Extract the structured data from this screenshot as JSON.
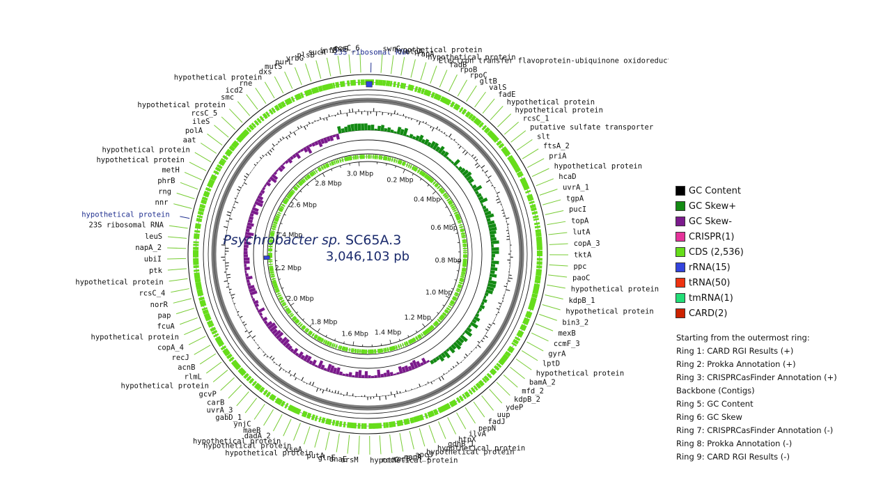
{
  "center": {
    "organism": "Psychrobacter sp.",
    "strain": "SC65A.3",
    "size": "3,046,103 pb"
  },
  "colors": {
    "gc_content": "#000000",
    "gc_skew_plus": "#138a13",
    "gc_skew_minus": "#7b1a8c",
    "crispr": "#e5339a",
    "cds": "#66dd1a",
    "rrna": "#3344dd",
    "trna": "#ee3311",
    "tmrna": "#22dd77",
    "card": "#cc2200",
    "backbone": "#7d7d7d",
    "label_line": "#77cc33"
  },
  "scale_ticks": [
    "0.2 Mbp",
    "0.4 Mbp",
    "0.6 Mbp",
    "0.8 Mbp",
    "1.0 Mbp",
    "1.2 Mbp",
    "1.4 Mbp",
    "1.6 Mbp",
    "1.8 Mbp",
    "2.0 Mbp",
    "2.2 Mbp",
    "2.4 Mbp",
    "2.6 Mbp",
    "2.8 Mbp",
    "3.0 Mbp"
  ],
  "genome_length_mbp": 3.046103,
  "gene_labels": [
    "23S ribosomal RNA",
    "swrC",
    "hypothetical protein",
    "atpA",
    "rapA",
    "hypothetical protein",
    "Electron transfer flavoprotein-ubiquinone oxidoreductase",
    "fadB",
    "rpoB",
    "rpoC",
    "gltB",
    "valS",
    "fadE",
    "hypothetical protein",
    "hypothetical protein",
    "rcsC_1",
    "putative sulfate transporter",
    "slt",
    "ftsA_2",
    "priA",
    "hypothetical protein",
    "hcaD",
    "uvrA_1",
    "tgpA",
    "pucI",
    "topA",
    "lutA",
    "copA_3",
    "tktA",
    "ppc",
    "paoC",
    "hypothetical protein",
    "kdpB_1",
    "hypothetical protein",
    "bin3_2",
    "mexB",
    "ccmF_3",
    "gyrA",
    "lptD",
    "hypothetical protein",
    "bamA_2",
    "mfd_2",
    "kdpB_2",
    "ydeP",
    "uup",
    "fadJ",
    "pepN",
    "ilvA",
    "htpX",
    "gdhB_1",
    "hypothetical protein",
    "hypothetical protein",
    "apc3",
    "napA_1",
    "recB",
    "recC",
    "hypothetical protein",
    "arsM",
    "dnaE",
    "glnE",
    "putA",
    "hypothetical protein",
    "xseA",
    "hypothetical protein",
    "hypothetical protein",
    "dadA_2",
    "maeB",
    "ynjC",
    "gabD_1",
    "uvrA_3",
    "carB",
    "gcvP",
    "hypothetical protein",
    "rlmL",
    "acnB",
    "recJ",
    "copA_4",
    "hypothetical protein",
    "fcuA",
    "pap",
    "norR",
    "rcsC_4",
    "hypothetical protein",
    "ptk",
    "ubiI",
    "napA_2",
    "leuS",
    "23S ribosomal RNA",
    "hypothetical protein",
    "nnr",
    "rng",
    "phrB",
    "metH",
    "hypothetical protein",
    "hypothetical protein",
    "aat",
    "polA",
    "ileS",
    "rcsC_5",
    "hypothetical protein",
    "smc",
    "icd2",
    "rne",
    "hypothetical protein",
    "dxs",
    "mutS",
    "purL",
    "yrbG",
    "plsB",
    "sucA",
    "infB",
    "yheS",
    "rcsC_6"
  ],
  "legend": [
    {
      "label": "GC Content",
      "color": "#000000"
    },
    {
      "label": "GC Skew+",
      "color": "#138a13"
    },
    {
      "label": "GC Skew-",
      "color": "#7b1a8c"
    },
    {
      "label": "CRISPR(1)",
      "color": "#e5339a"
    },
    {
      "label": "CDS (2,536)",
      "color": "#66dd1a"
    },
    {
      "label": "rRNA(15)",
      "color": "#3344dd"
    },
    {
      "label": "tRNA(50)",
      "color": "#ee3311"
    },
    {
      "label": "tmRNA(1)",
      "color": "#22dd77"
    },
    {
      "label": "CARD(2)",
      "color": "#cc2200"
    }
  ],
  "ring_notes": [
    "Starting from the outermost ring:",
    "Ring 1: CARD RGI Results (+)",
    "Ring 2: Prokka Annotation (+)",
    "Ring 3: CRISPRCasFinder Annotation (+)",
    "Backbone (Contigs)",
    "Ring 5: GC Content",
    "Ring 6: GC Skew",
    "Ring 7: CRISPRCasFinder Annotation (-)",
    "Ring 8: Prokka Annotation (-)",
    "Ring 9: CARD RGI Results (-)"
  ]
}
